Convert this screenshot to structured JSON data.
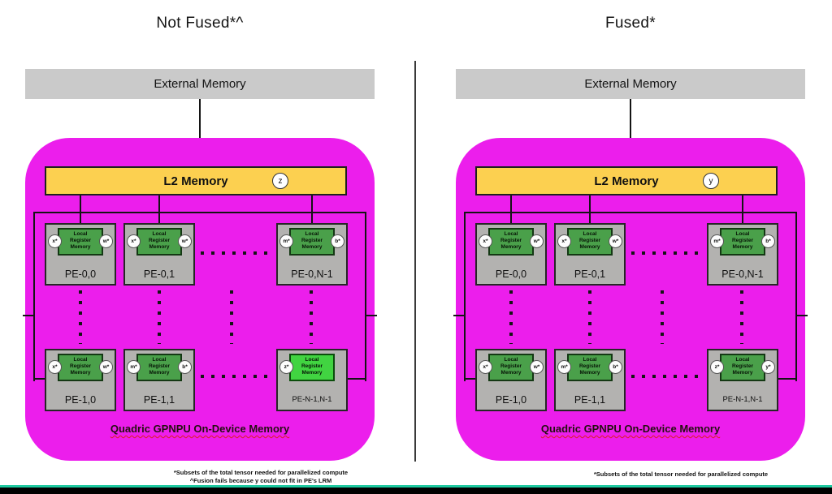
{
  "labels": {
    "external_memory": "External Memory",
    "l2_memory": "L2 Memory",
    "lrm": "Local\nRegister\nMemory",
    "device_memory": "Quadric GPNPU On-Device Memory"
  },
  "panels": [
    {
      "title": "Not Fused*^",
      "l2_badge": "z",
      "pes": [
        {
          "label": "PE-0,0",
          "left": "x*",
          "right": "w*"
        },
        {
          "label": "PE-0,1",
          "left": "x*",
          "right": "w*"
        },
        {
          "label": "PE-0,N-1",
          "left": "m*",
          "right": "b*"
        },
        {
          "label": "PE-1,0",
          "left": "x*",
          "right": "w*"
        },
        {
          "label": "PE-1,1",
          "left": "m*",
          "right": "b*"
        },
        {
          "label": "PE-N-1,N-1",
          "left": "z*",
          "highlight": true
        }
      ],
      "footnotes": [
        "*Subsets of the total tensor needed for parallelized compute",
        "^Fusion fails because y could not fit in PE's LRM"
      ]
    },
    {
      "title": "Fused*",
      "l2_badge": "y",
      "pes": [
        {
          "label": "PE-0,0",
          "left": "x*",
          "right": "w*"
        },
        {
          "label": "PE-0,1",
          "left": "x*",
          "right": "w*"
        },
        {
          "label": "PE-0,N-1",
          "left": "m*",
          "right": "b*"
        },
        {
          "label": "PE-1,0",
          "left": "x*",
          "right": "w*"
        },
        {
          "label": "PE-1,1",
          "left": "m*",
          "right": "b*"
        },
        {
          "label": "PE-N-1,N-1",
          "left": "z*",
          "right": "y*"
        }
      ],
      "footnotes": [
        "*Subsets of the total tensor needed for parallelized compute"
      ]
    }
  ],
  "colors": {
    "magenta": "#ec1eec",
    "l2_yellow": "#fcd050",
    "pe_gray": "#b3b2b0",
    "lrm_green": "#4aa04a",
    "lrm_green_highlight": "#41d441",
    "ext_gray": "#cacaca",
    "wire": "#141414",
    "progress_teal": "#1ec9a0"
  }
}
